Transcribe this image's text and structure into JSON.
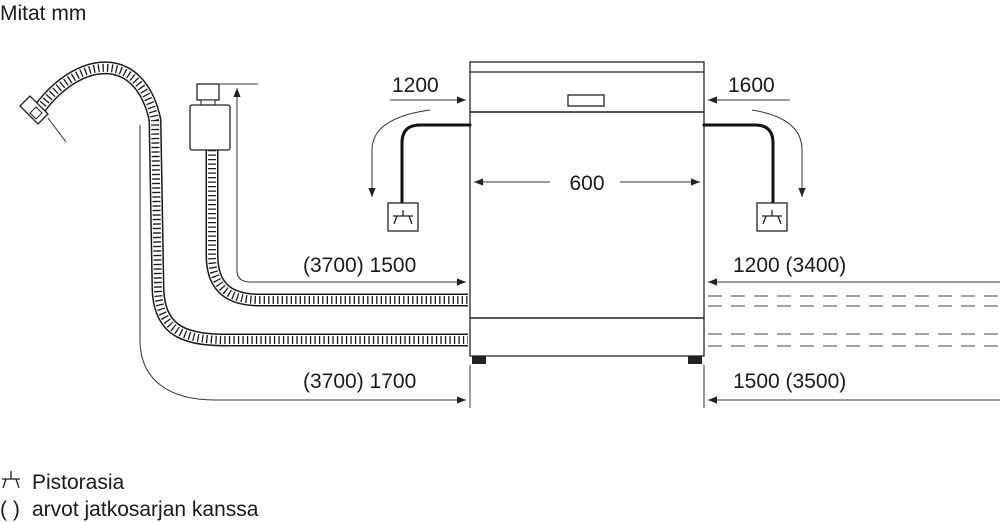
{
  "header": {
    "title": "Mitat mm"
  },
  "dimensions": {
    "socket_left": "1200",
    "socket_right": "1600",
    "width": "600",
    "inlet_left": "(3700) 1500",
    "inlet_right": "1200 (3400)",
    "drain_left": "(3700) 1700",
    "drain_right": "1500 (3500)"
  },
  "legend": {
    "socket_symbol": "⏚",
    "socket_label": "Pistorasia",
    "extension_symbol": "( )",
    "extension_label": "arvot jatkosarjan kanssa"
  }
}
